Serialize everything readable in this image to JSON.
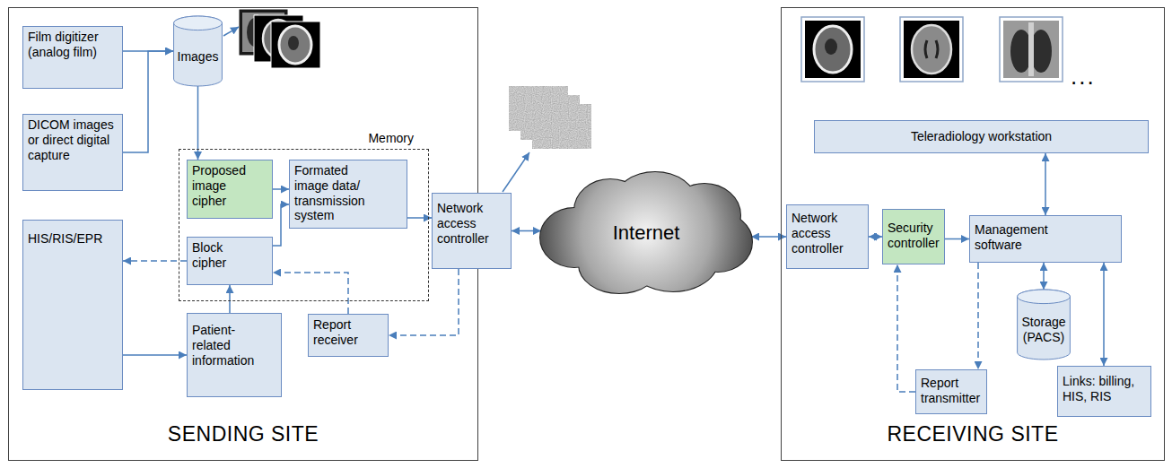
{
  "diagram": {
    "nodes": [
      {
        "text": [
          "SENDING SITE"
        ]
      },
      {
        "text": [
          "Film digitizer (analog film)"
        ],
        "in": 0
      },
      {
        "text": [
          "Images"
        ],
        "in": 0
      },
      {
        "text": [
          "DICOM images or direct digital capture"
        ],
        "in": 0
      },
      {
        "text": [
          "Memory"
        ],
        "in": 0
      },
      {
        "text": [
          "Proposed image cipher"
        ],
        "in": 4
      },
      {
        "text": [
          "Formated image data/ transmission system"
        ],
        "in": 4
      },
      {
        "text": [
          "Block cipher"
        ],
        "in": 4
      },
      {
        "text": [
          "HIS/RIS/EPR"
        ],
        "in": 0
      },
      {
        "text": [
          "Patient-related information"
        ],
        "in": 0
      },
      {
        "text": [
          "Report receiver"
        ],
        "in": 0
      },
      {
        "text": [
          "Network access controller"
        ]
      },
      {
        "text": [
          "Internet"
        ]
      },
      {
        "text": [
          "RECEIVING SITE"
        ]
      },
      {
        "text": [
          "Teleradiology workstation"
        ],
        "in": 13
      },
      {
        "text": [
          "Network access controller"
        ],
        "in": 13
      },
      {
        "text": [
          "Security controller"
        ],
        "in": 13
      },
      {
        "text": [
          "Management software"
        ],
        "in": 13
      },
      {
        "text": [
          "Storage (PACS)"
        ],
        "in": 13
      },
      {
        "text": [
          "Report transmitter"
        ],
        "in": 13
      },
      {
        "text": [
          "Links: billing, HIS, RIS"
        ],
        "in": 13
      }
    ],
    "edges": [
      {
        "from": 1,
        "to": 2,
        "arrow": "to"
      },
      {
        "from": 3,
        "to": 2,
        "arrow": "to"
      },
      {
        "from": 2,
        "to": 5,
        "arrow": "to"
      },
      {
        "from": 5,
        "to": 6,
        "arrow": "to"
      },
      {
        "from": 7,
        "to": 6,
        "arrow": "to"
      },
      {
        "from": 6,
        "to": 11,
        "arrow": "to"
      },
      {
        "from": 11,
        "to": 12,
        "arrow": "both"
      },
      {
        "from": 12,
        "to": 15,
        "arrow": "both"
      },
      {
        "from": 15,
        "to": 16,
        "arrow": "both"
      },
      {
        "from": 16,
        "to": 17,
        "arrow": "to"
      },
      {
        "from": 17,
        "to": 14,
        "arrow": "both"
      },
      {
        "from": 17,
        "to": 18,
        "arrow": "both"
      },
      {
        "from": 20,
        "to": 17,
        "arrow": "both"
      },
      {
        "from": 17,
        "to": 19,
        "arrow": "to"
      },
      {
        "from": 19,
        "to": 16,
        "arrow": "to"
      },
      {
        "from": 11,
        "to": 10,
        "arrow": "to"
      },
      {
        "from": 10,
        "to": 7,
        "arrow": "to"
      },
      {
        "from": 7,
        "to": 8,
        "arrow": "to"
      },
      {
        "from": 8,
        "to": 9,
        "arrow": "to"
      },
      {
        "from": 9,
        "to": 7,
        "arrow": "to"
      }
    ],
    "labels": [
      "..."
    ]
  }
}
